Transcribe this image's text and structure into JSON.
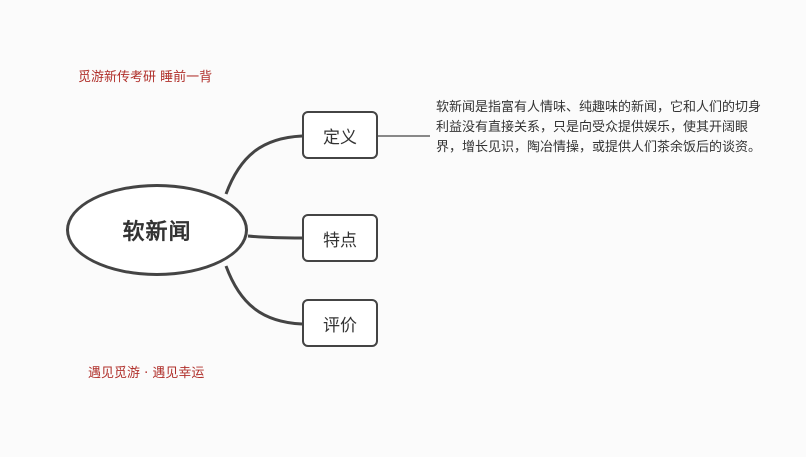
{
  "header_note": "觅游新传考研 睡前一背",
  "footer_note": "遇见觅游 · 遇见幸运",
  "mindmap": {
    "center": "软新闻",
    "branches": [
      {
        "label": "定义"
      },
      {
        "label": "特点"
      },
      {
        "label": "评价"
      }
    ],
    "definition_text": "软新闻是指富有人情味、纯趣味的新闻，它和人们的切身利益没有直接关系，只是向受众提供娱乐，使其开阔眼界，增长见识，陶冶情操，或提供人们茶余饭后的谈资。"
  },
  "colors": {
    "note_text": "#b0302b",
    "line": "#444444",
    "text": "#333333"
  }
}
